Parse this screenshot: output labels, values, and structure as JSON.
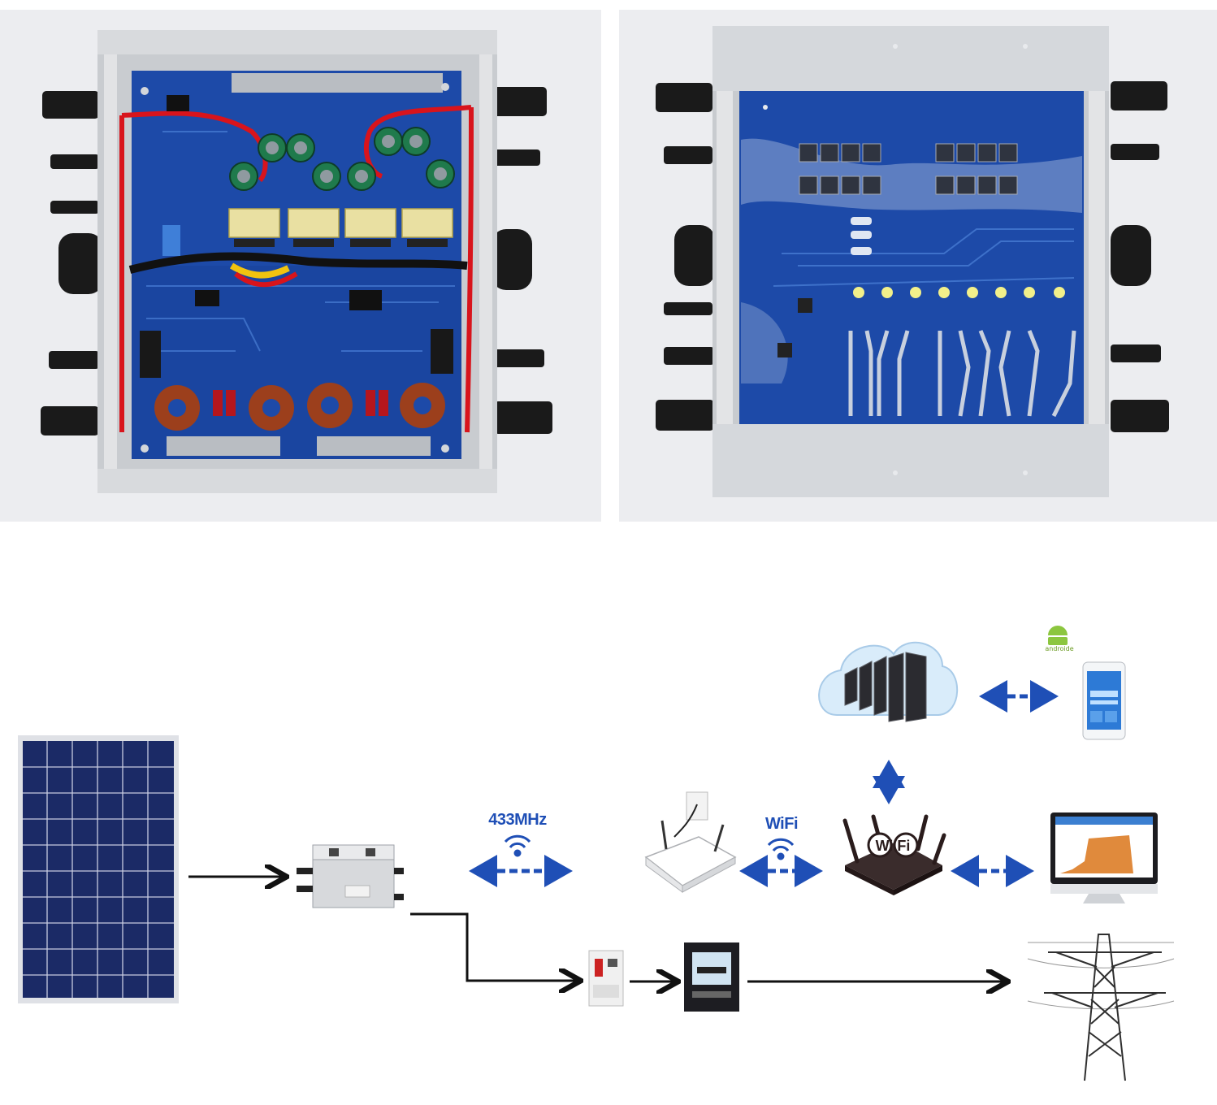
{
  "labels": {
    "rf_433": "433MHz",
    "wifi": "WiFi",
    "wifi_router_text": "Wi Fi",
    "android": "androide"
  },
  "colors": {
    "pcb_blue": "#1d4aa8",
    "aluminum": "#c9ccd0",
    "link_blue": "#1f4fb6",
    "cable_red": "#d8141c",
    "solar_cell": "#1b2a66",
    "chart_orange": "#e08a3c"
  },
  "icons": [
    "solar-panel-icon",
    "micro-inverter-icon",
    "wifi-signal-icon",
    "gateway-icon",
    "wifi-router-icon",
    "cloud-server-icon",
    "android-icon",
    "smartphone-icon",
    "monitor-icon",
    "circuit-breaker-icon",
    "energy-meter-icon",
    "power-tower-icon"
  ]
}
